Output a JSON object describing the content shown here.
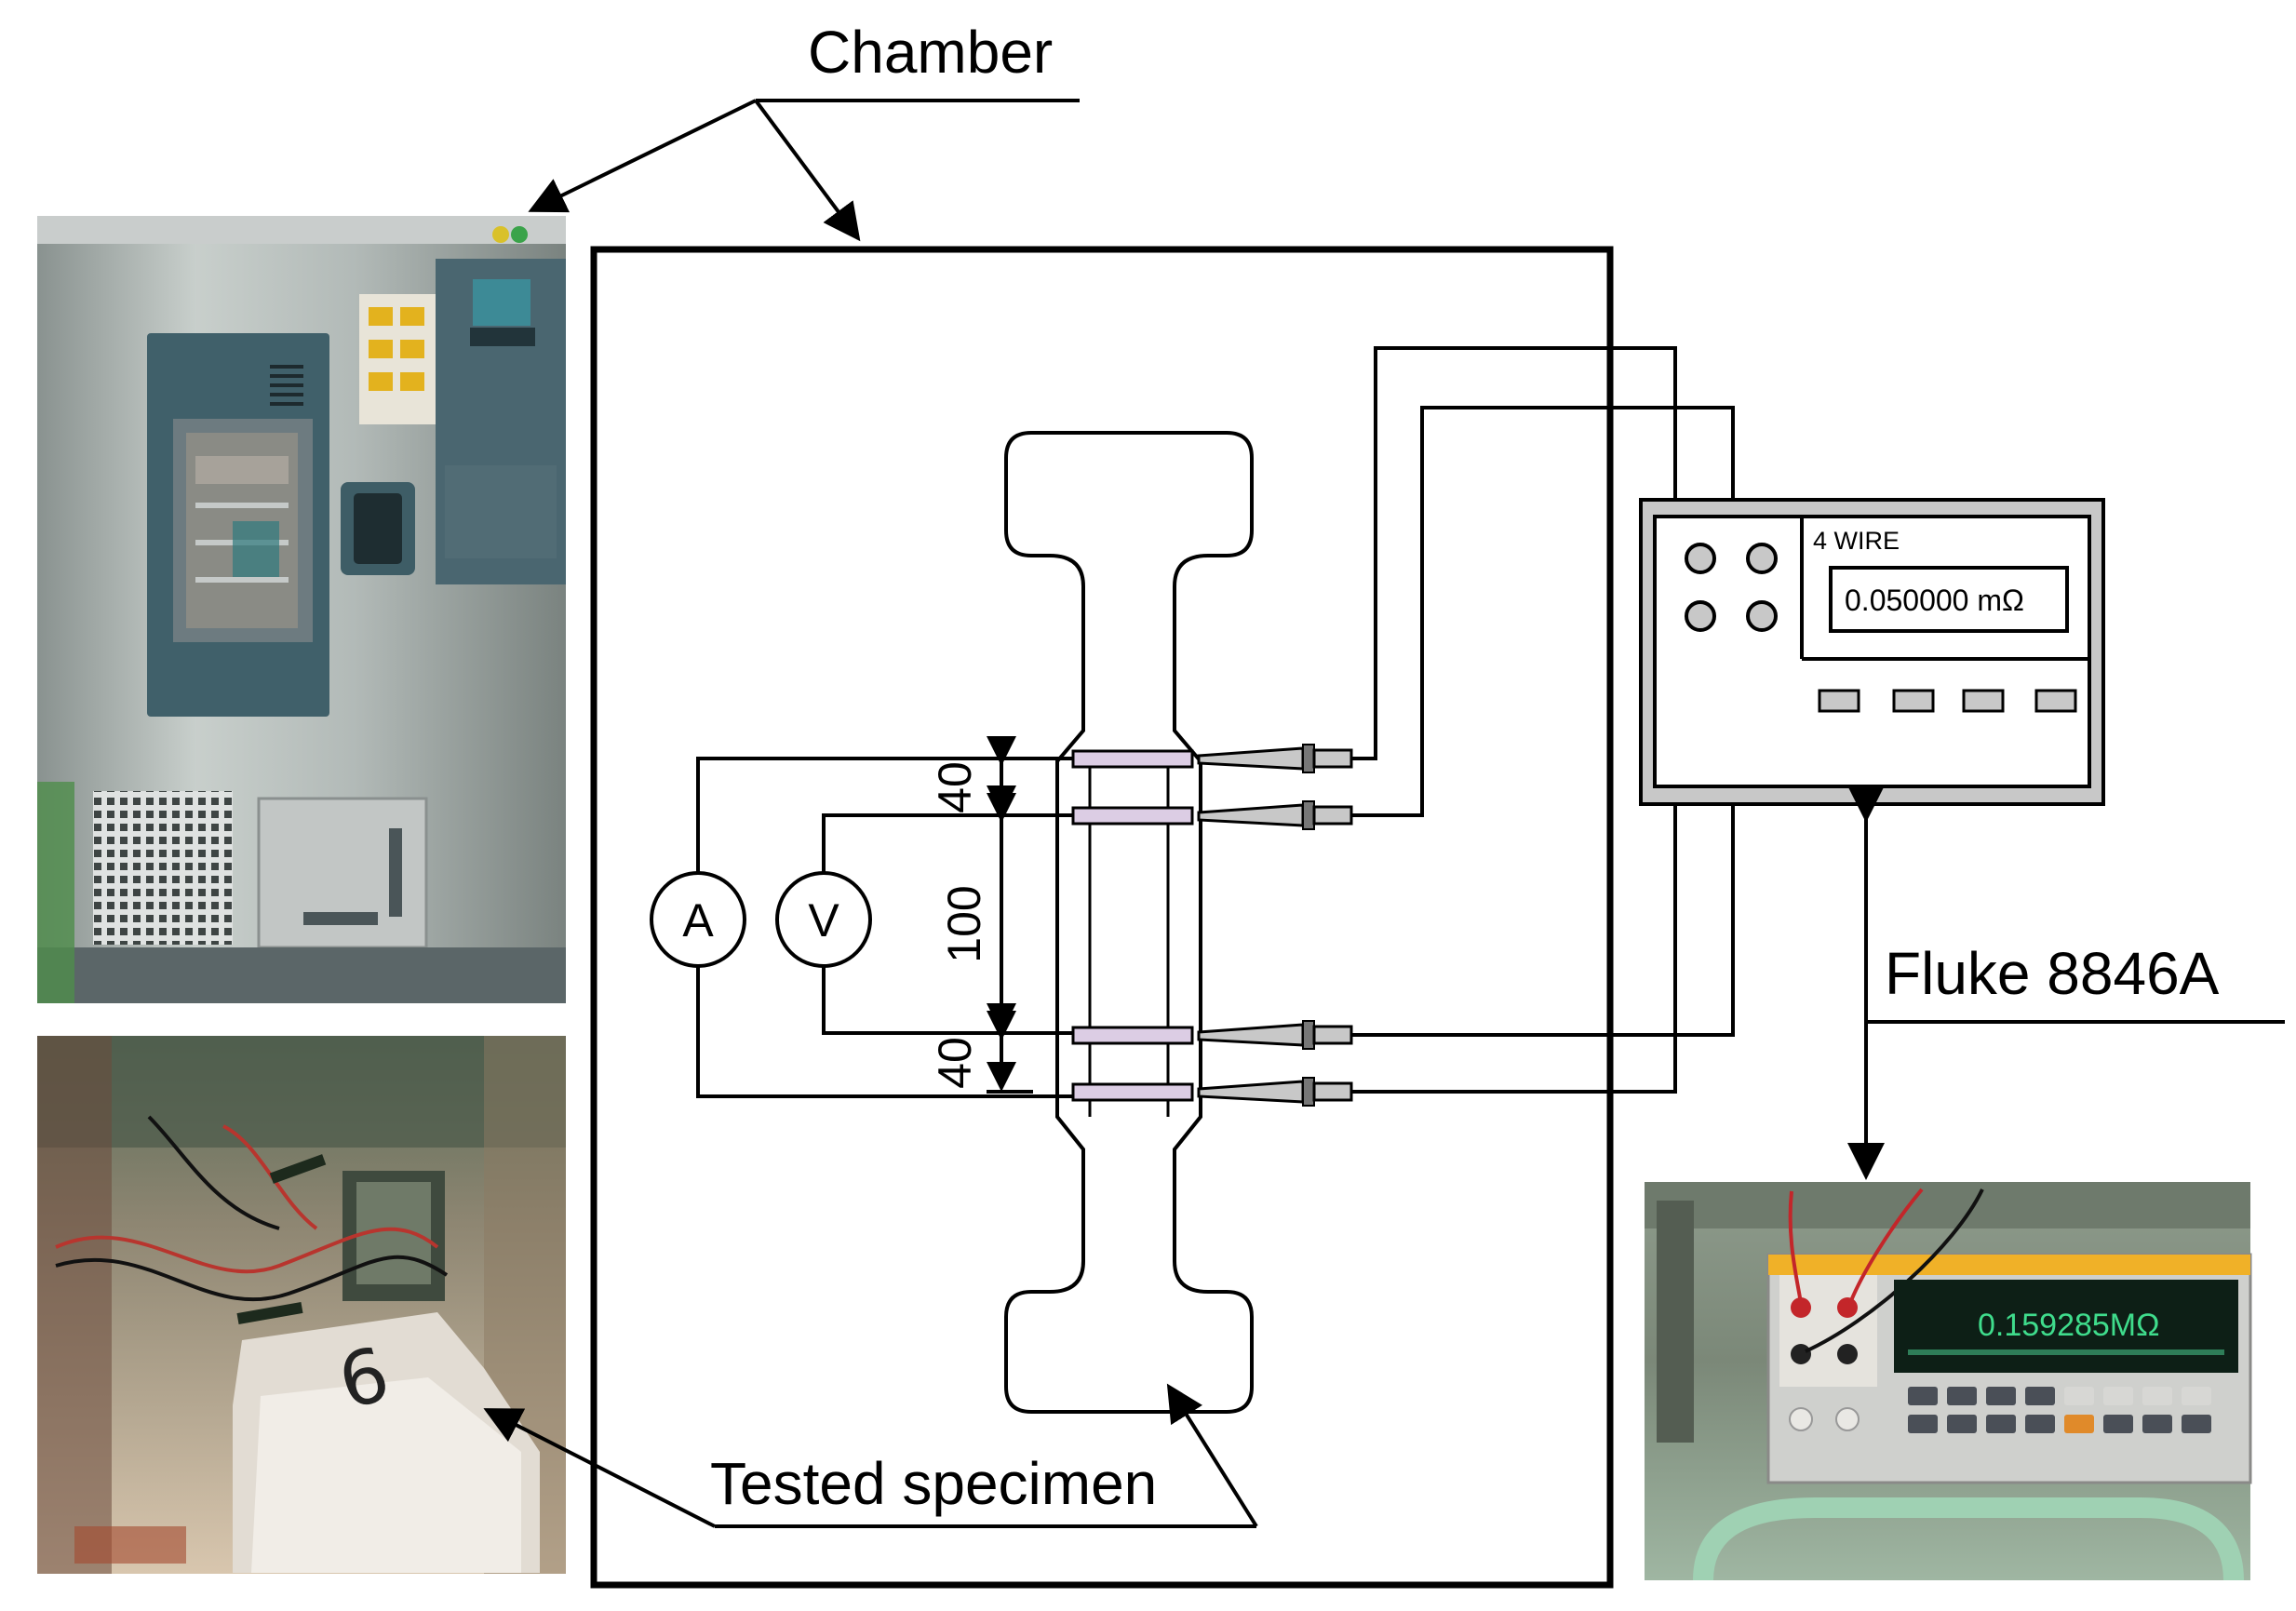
{
  "labels": {
    "chamber": "Chamber",
    "fluke": "Fluke 8846A",
    "tested_specimen": "Tested specimen"
  },
  "meter": {
    "mode": "4 WIRE",
    "reading": "0.050000 mΩ"
  },
  "instruments": {
    "ammeter": "A",
    "voltmeter": "V"
  },
  "dimensions": {
    "top_gap": "40",
    "middle_gap": "100",
    "bottom_gap": "40"
  },
  "photo_meter": {
    "reading": "0.159285MΩ"
  },
  "photo_specimen": {
    "mark": "6"
  }
}
